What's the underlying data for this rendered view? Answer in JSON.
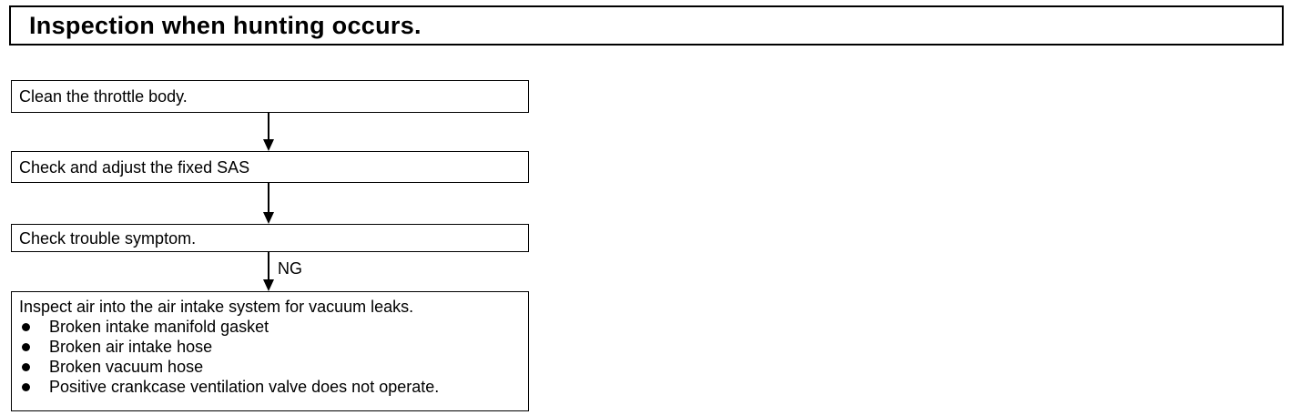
{
  "title": "Inspection when hunting occurs.",
  "steps": [
    {
      "text": "Clean the throttle body."
    },
    {
      "text": "Check and adjust the fixed SAS"
    },
    {
      "text": "Check trouble symptom."
    },
    {
      "text": "Inspect air into the air intake system for vacuum leaks.",
      "bullets": [
        "Broken intake manifold gasket",
        "Broken air intake hose",
        "Broken vacuum hose",
        "Positive crankcase ventilation valve does not operate."
      ]
    }
  ],
  "edges": [
    {
      "from": 0,
      "to": 1,
      "label": ""
    },
    {
      "from": 1,
      "to": 2,
      "label": ""
    },
    {
      "from": 2,
      "to": 3,
      "label": "NG"
    }
  ]
}
